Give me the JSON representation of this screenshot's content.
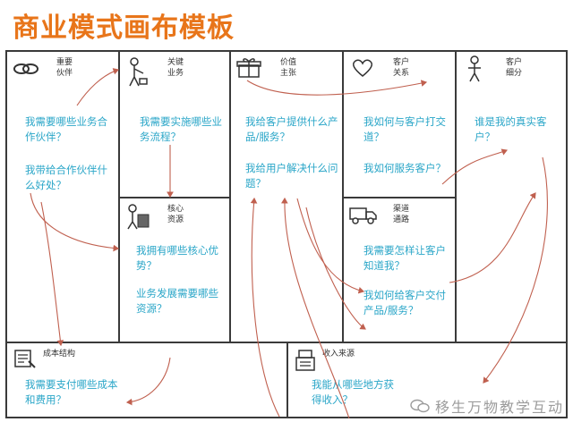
{
  "title": "商业模式画布模板",
  "blocks": {
    "key_partners": {
      "label_l1": "重要",
      "label_l2": "伙伴",
      "q1": "我需要哪些业务合作伙伴？",
      "q2": "我带给合作伙伴什么好处？"
    },
    "key_activities": {
      "label_l1": "关键",
      "label_l2": "业务",
      "q1": "我需要实施哪些业务流程？"
    },
    "key_resources": {
      "label_l1": "核心",
      "label_l2": "资源",
      "q1": "我拥有哪些核心优势？",
      "q2": "业务发展需要哪些资源？"
    },
    "value_proposition": {
      "label_l1": "价值",
      "label_l2": "主张",
      "q1": "我给客户提供什么产品/服务？",
      "q2": "我给用户解决什么问题？"
    },
    "customer_relationships": {
      "label_l1": "客户",
      "label_l2": "关系",
      "q1": "我如何与客户打交道？",
      "q2": "我如何服务客户？"
    },
    "channels": {
      "label_l1": "渠道",
      "label_l2": "通路",
      "q1": "我需要怎样让客户知道我？",
      "q2": "我如何给客户交付产品/服务？"
    },
    "customer_segments": {
      "label_l1": "客户",
      "label_l2": "细分",
      "q1": "谁是我的真实客户？"
    },
    "cost_structure": {
      "label": "成本结构",
      "q1": "我需要支付哪些成本和费用？"
    },
    "revenue_streams": {
      "label": "收入来源",
      "q1": "我能从哪些地方获得收入？"
    }
  },
  "watermark": "移生万物教学互动",
  "colors": {
    "title": "#e8751a",
    "question": "#2aa6c8",
    "arrow": "#c0604f",
    "border": "#3a3a3a"
  },
  "icons": [
    "chain-link-icon",
    "delivery-worker-icon",
    "gift-icon",
    "heart-icon",
    "person-icon",
    "factory-worker-icon",
    "truck-icon",
    "receipt-icon",
    "cash-register-icon"
  ]
}
